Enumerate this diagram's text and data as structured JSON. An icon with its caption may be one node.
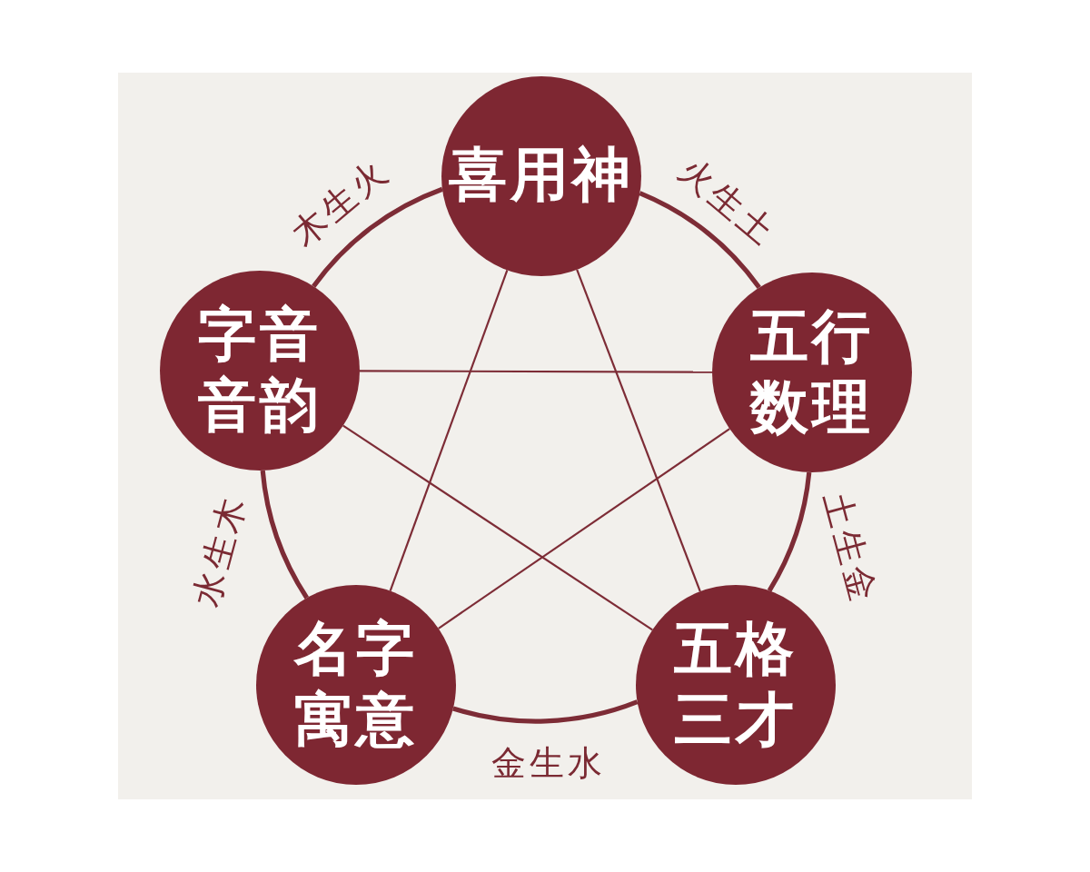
{
  "diagram": {
    "nodes": [
      {
        "text": [
          "喜用神"
        ]
      },
      {
        "text": [
          "字音音韵"
        ]
      },
      {
        "text": [
          "五行数理"
        ]
      },
      {
        "text": [
          "名字寓意"
        ]
      },
      {
        "text": [
          "五格三才"
        ]
      }
    ],
    "edges": [
      {
        "from": 1,
        "to": 0,
        "arrow": "none",
        "label": "木生火",
        "style": "thick"
      },
      {
        "from": 0,
        "to": 2,
        "arrow": "none",
        "label": "火生土",
        "style": "thick"
      },
      {
        "from": 2,
        "to": 4,
        "arrow": "none",
        "label": "土生金",
        "style": "thick"
      },
      {
        "from": 4,
        "to": 3,
        "arrow": "none",
        "label": "金生水",
        "style": "thick"
      },
      {
        "from": 3,
        "to": 1,
        "arrow": "none",
        "label": "水生木",
        "style": "thick"
      },
      {
        "from": 0,
        "to": 3,
        "arrow": "none"
      },
      {
        "from": 0,
        "to": 4,
        "arrow": "none"
      },
      {
        "from": 1,
        "to": 2,
        "arrow": "none"
      },
      {
        "from": 1,
        "to": 4,
        "arrow": "none"
      },
      {
        "from": 2,
        "to": 3,
        "arrow": "none"
      }
    ]
  }
}
